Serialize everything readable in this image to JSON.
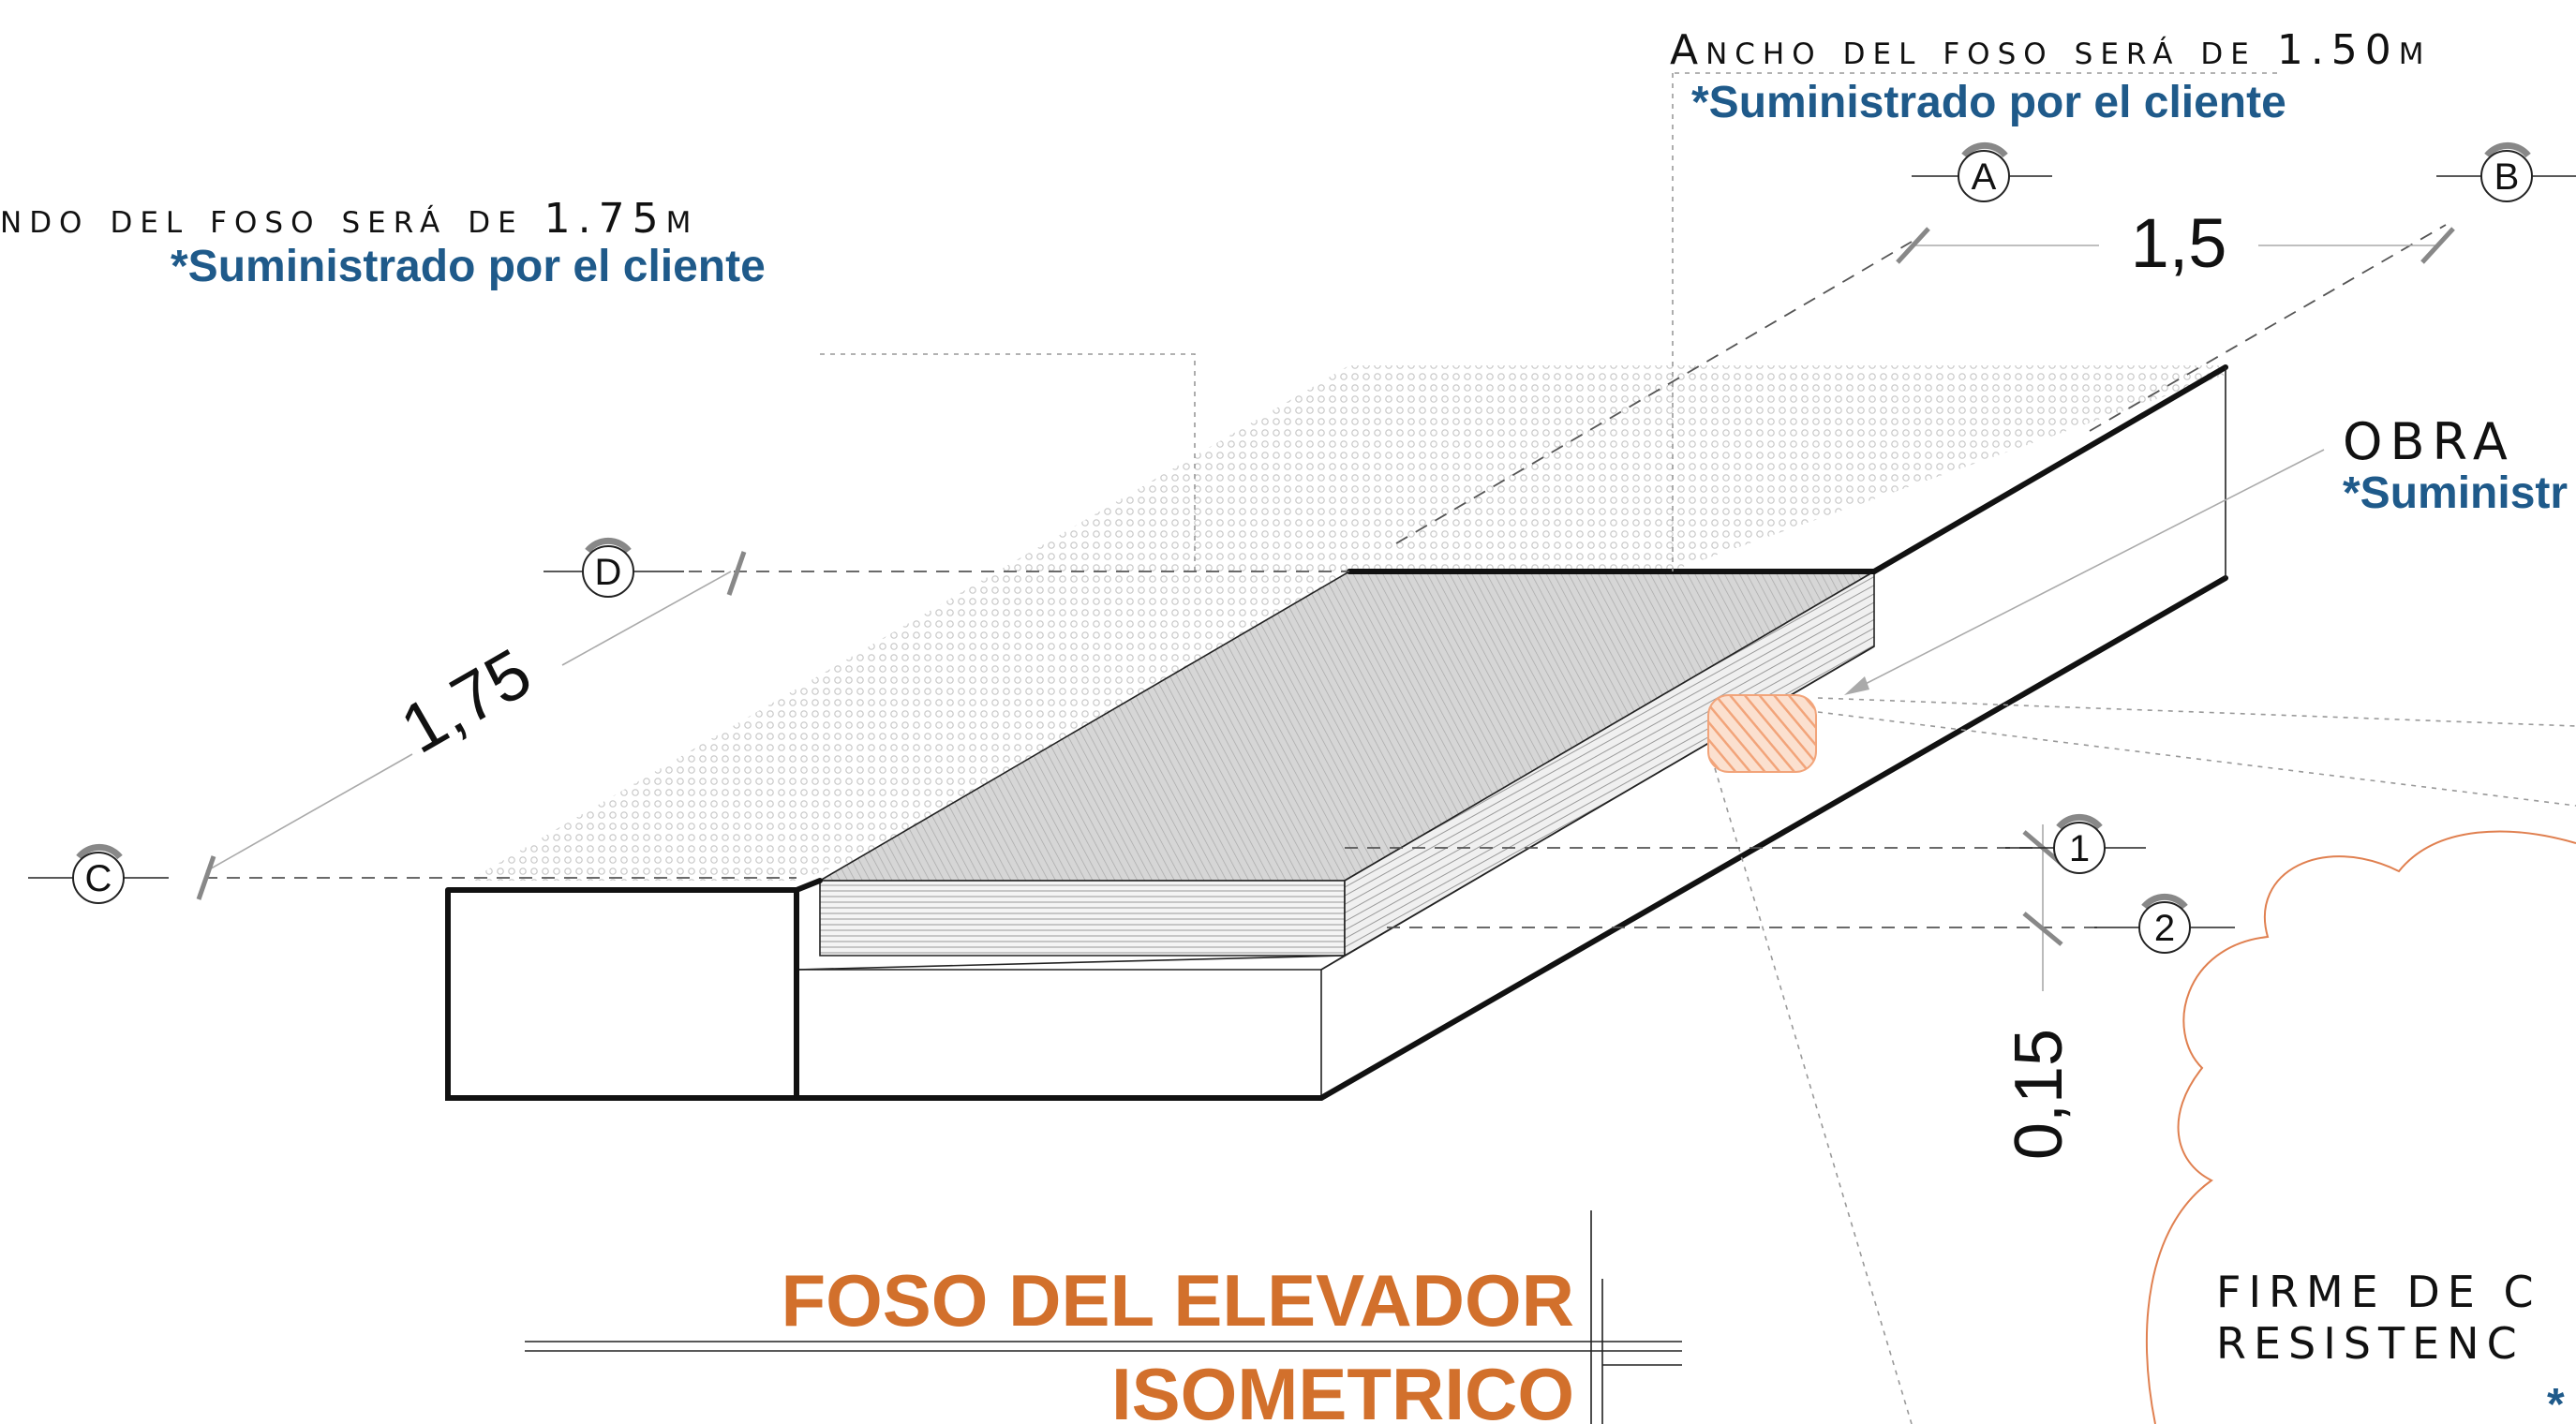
{
  "labels": {
    "ancho": "Ancho del foso será de 1.50m",
    "fondo": "ndo del foso será de 1.75m",
    "obra": "OBRA",
    "firme_1": "FIRME DE C",
    "firme_2": "RESISTENC"
  },
  "notes": {
    "cliente_ancho": "*Suministrado por el cliente",
    "cliente_fondo": "*Suministrado por el cliente",
    "cliente_obra": "*Suministr",
    "cliente_firme": "*"
  },
  "dimensions": {
    "ancho": "1,5",
    "fondo": "1,75",
    "espesor": "0,15"
  },
  "grid_bubbles": {
    "a": "A",
    "b": "B",
    "c": "C",
    "d": "D",
    "one": "1",
    "two": "2"
  },
  "title": {
    "main": "FOSO DEL ELEVADOR",
    "sub": "ISOMETRICO"
  },
  "colors": {
    "blue_note": "#1f5a8a",
    "orange_title": "#d2702c",
    "hatch_orange": "#f2a47a"
  }
}
